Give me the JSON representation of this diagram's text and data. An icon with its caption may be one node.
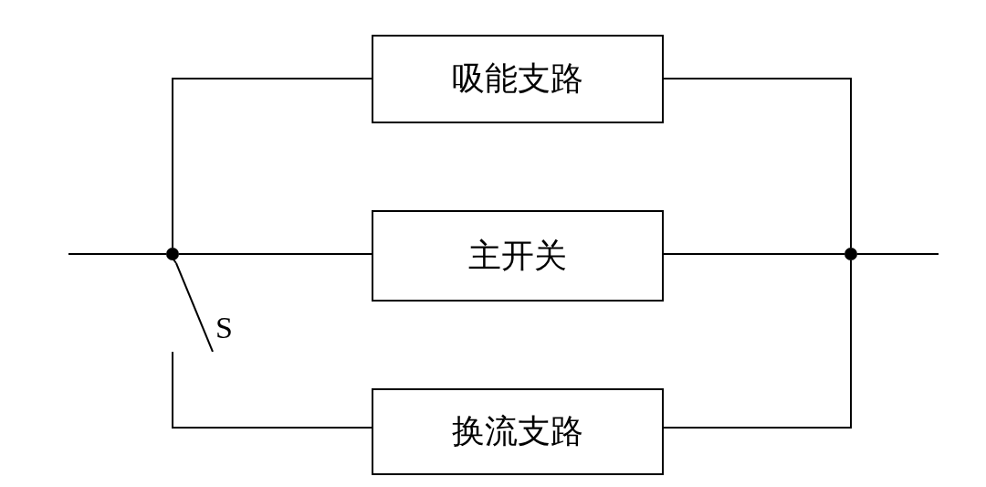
{
  "diagram": {
    "nodes": [
      {
        "text": [
          "吸能支路"
        ]
      },
      {
        "text": [
          "主开关"
        ]
      },
      {
        "text": [
          "换流支路"
        ]
      },
      {
        "text": [],
        "shape": "circle"
      },
      {
        "text": [],
        "shape": "circle"
      },
      {
        "text": [],
        "shape": "switch",
        "beside": [
          "S"
        ]
      }
    ],
    "edges": [
      {
        "from": null,
        "to": 3,
        "arrow": "none"
      },
      {
        "from": 3,
        "to": 0,
        "arrow": "none"
      },
      {
        "from": 3,
        "to": 1,
        "arrow": "none"
      },
      {
        "from": 3,
        "to": 5,
        "arrow": "none"
      },
      {
        "from": 5,
        "to": 2,
        "arrow": "none"
      },
      {
        "from": 0,
        "to": 4,
        "arrow": "none"
      },
      {
        "from": 1,
        "to": 4,
        "arrow": "none"
      },
      {
        "from": 2,
        "to": 4,
        "arrow": "none"
      },
      {
        "from": 4,
        "to": null,
        "arrow": "none"
      }
    ]
  }
}
